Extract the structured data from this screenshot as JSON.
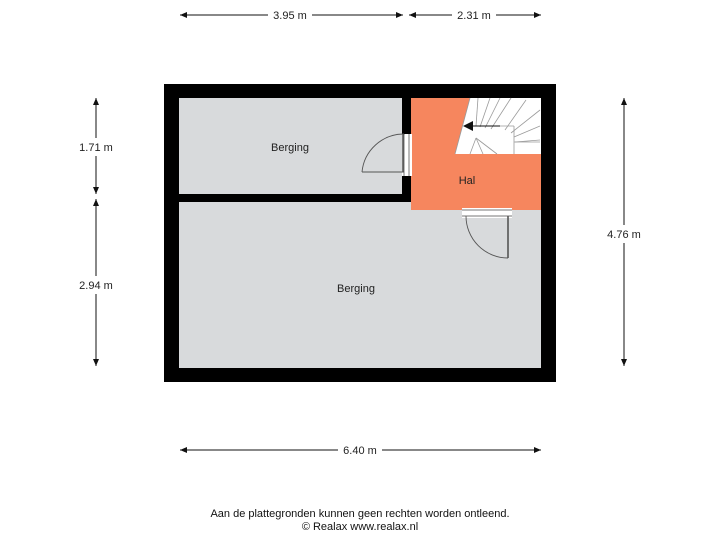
{
  "dimensions": {
    "top_left": "3.95 m",
    "top_right": "2.31 m",
    "left_upper": "1.71 m",
    "left_lower": "2.94 m",
    "right": "4.76 m",
    "bottom": "6.40 m"
  },
  "rooms": {
    "berging_upper": "Berging",
    "hal": "Hal",
    "berging_lower": "Berging"
  },
  "colors": {
    "wall": "#000000",
    "room_fill": "#d8dadc",
    "hal_fill": "#f6865e"
  },
  "footer": {
    "disclaimer": "Aan de plattegronden kunnen geen rechten worden ontleend.",
    "copyright": "© Realax www.realax.nl"
  }
}
